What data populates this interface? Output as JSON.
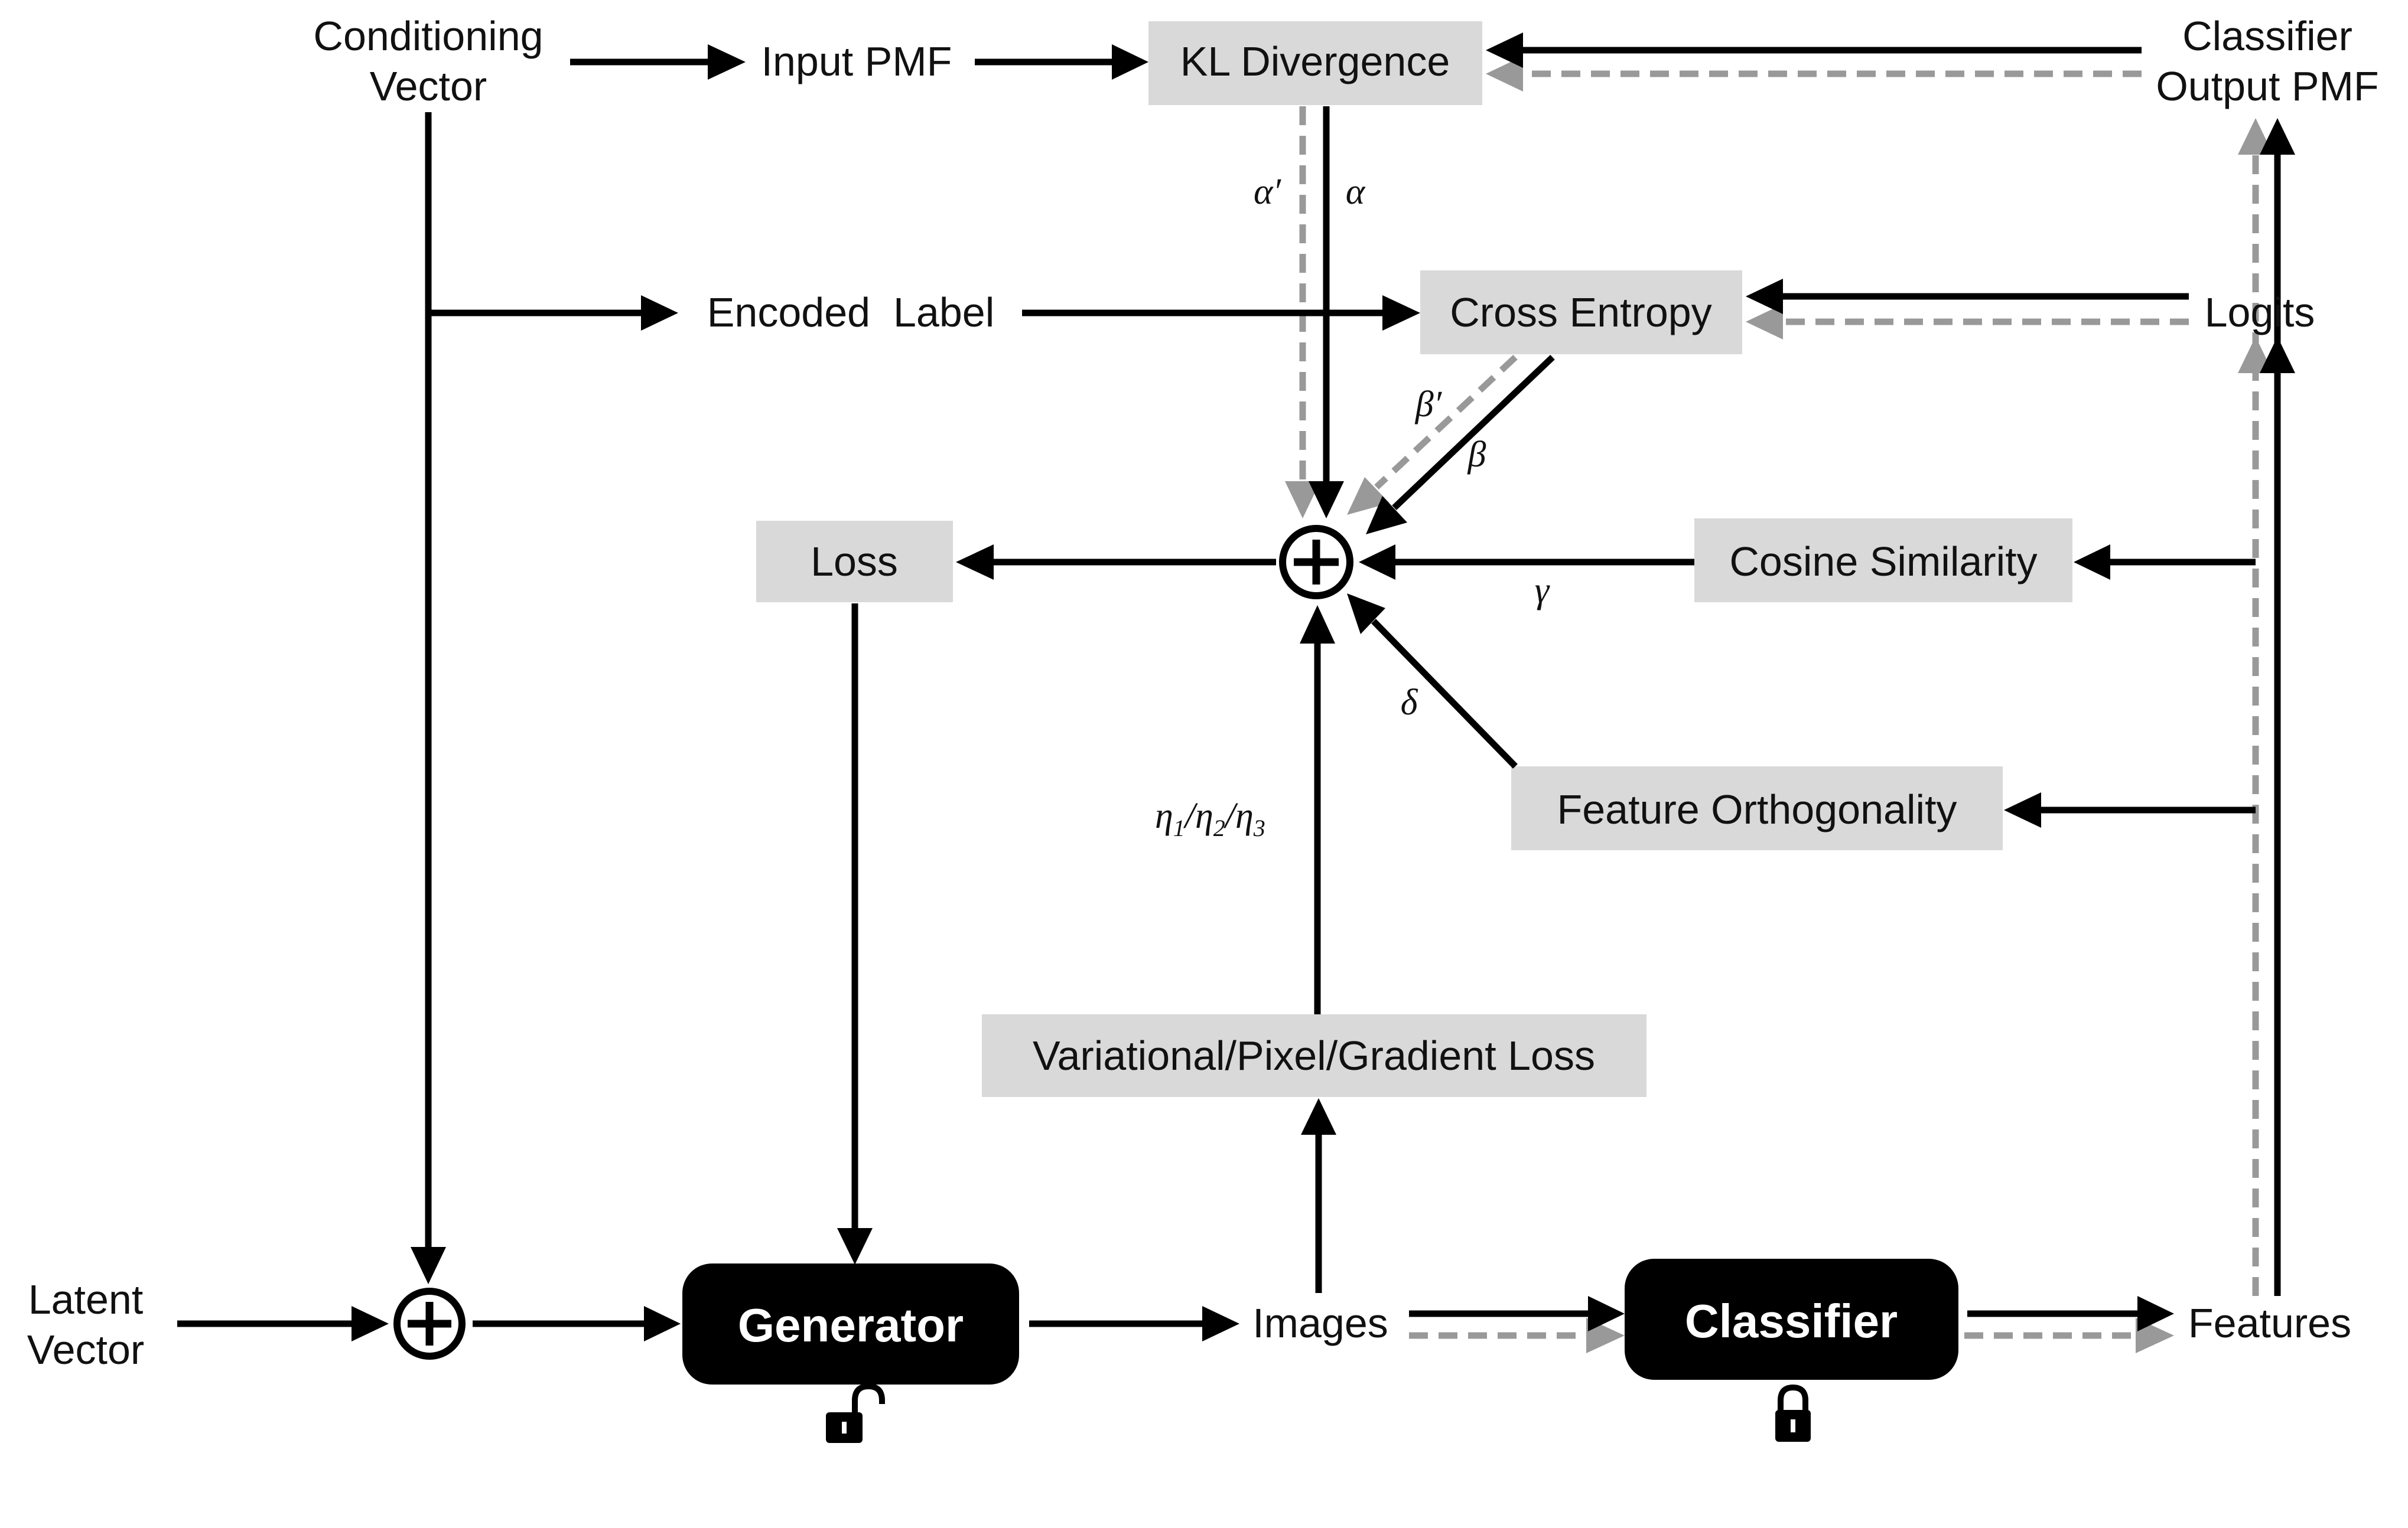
{
  "nodes": {
    "conditioning_vector": [
      "Conditioning",
      "Vector"
    ],
    "input_pmf": "Input PMF",
    "kl_divergence": "KL Divergence",
    "classifier_output_pmf": [
      "Classifier",
      "Output PMF"
    ],
    "encoded_label": "Encoded  Label",
    "cross_entropy": "Cross Entropy",
    "logits": "Logits",
    "loss": "Loss",
    "cosine_similarity": "Cosine Similarity",
    "feature_orthogonality": "Feature Orthogonality",
    "variational_loss": "Variational/Pixel/Gradient Loss",
    "latent_vector": [
      "Latent",
      "Vector"
    ],
    "generator": "Generator",
    "images": "Images",
    "classifier": "Classifier",
    "features": "Features"
  },
  "weights": {
    "alpha_prime": "α′",
    "alpha": "α",
    "beta_prime": "β′",
    "beta": "β",
    "gamma": "γ",
    "delta": "δ",
    "eta": [
      "η",
      "1",
      "/η",
      "2",
      "/η",
      "3"
    ]
  },
  "symbols": {
    "sum": "⊕"
  },
  "colors": {
    "box_fill": "#d9d9d9",
    "black_box": "#000000",
    "dashed_path": "#999999"
  },
  "icons": {
    "generator_lock": "unlocked-padlock-icon",
    "classifier_lock": "locked-padlock-icon"
  }
}
